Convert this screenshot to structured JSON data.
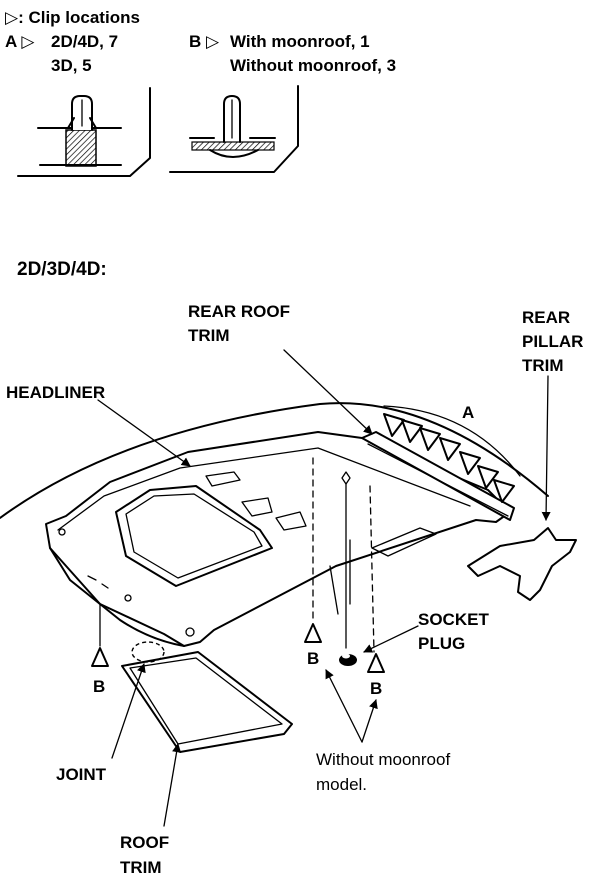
{
  "legend": {
    "title": "▷: Clip locations",
    "a_marker": "A ▷",
    "a_line1": "2D/4D, 7",
    "a_line2": "3D, 5",
    "b_marker": "B ▷",
    "b_line1": "With moonroof, 1",
    "b_line2": "Without moonroof, 3"
  },
  "section_title": "2D/3D/4D:",
  "labels": {
    "rear_roof_trim_1": "REAR ROOF",
    "rear_roof_trim_2": "TRIM",
    "rear_pillar_trim_1": "REAR",
    "rear_pillar_trim_2": "PILLAR",
    "rear_pillar_trim_3": "TRIM",
    "headliner": "HEADLINER",
    "clip_a": "A",
    "socket_plug_1": "SOCKET",
    "socket_plug_2": "PLUG",
    "clip_b": "B",
    "joint": "JOINT",
    "without_moonroof_1": "Without moonroof",
    "without_moonroof_2": "model.",
    "roof_trim_1": "ROOF",
    "roof_trim_2": "TRIM"
  }
}
